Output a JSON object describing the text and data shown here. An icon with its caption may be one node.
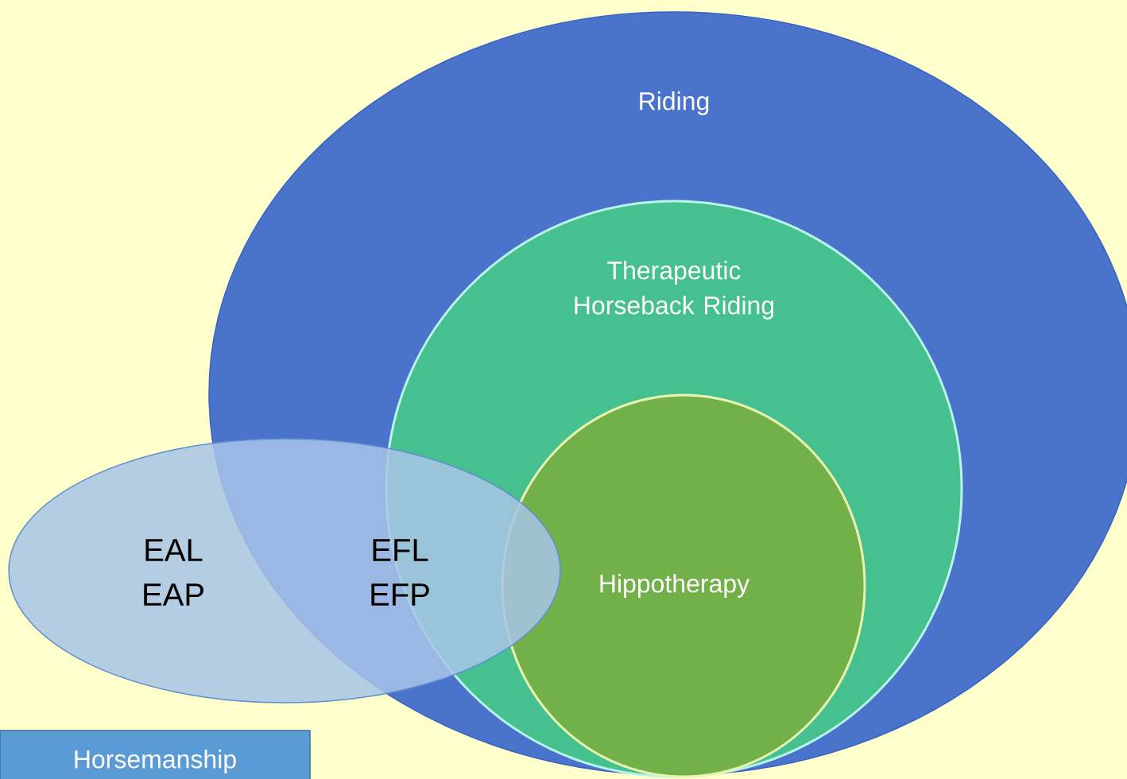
{
  "diagram": {
    "nodes": [
      {
        "text": [
          "Riding"
        ]
      },
      {
        "text": [
          "Therapeutic Horseback Riding"
        ],
        "in": 0
      },
      {
        "text": [
          "Hippotherapy"
        ],
        "in": 1
      },
      {
        "text": [
          "EAL EAP",
          "EFL EFP"
        ]
      },
      {
        "text": [
          "Horsemanship"
        ]
      }
    ]
  }
}
